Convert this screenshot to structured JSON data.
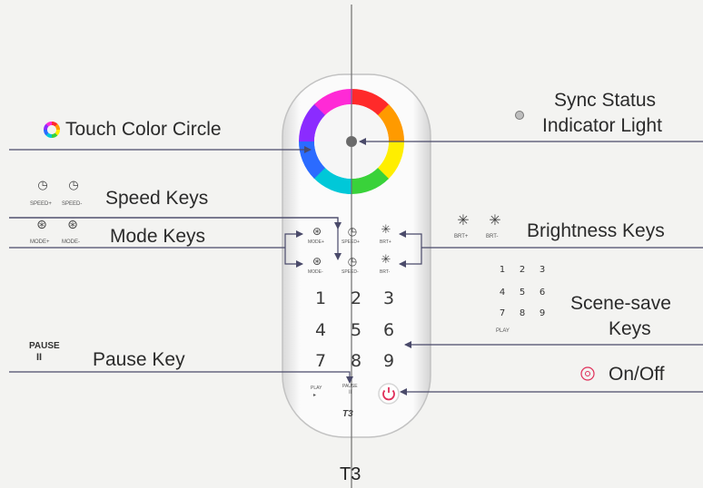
{
  "labels": {
    "touch_color_circle": "Touch Color Circle",
    "sync_status_line1": "Sync Status",
    "sync_status_line2": "Indicator Light",
    "speed_keys": "Speed Keys",
    "mode_keys": "Mode Keys",
    "brightness_keys": "Brightness Keys",
    "scene_save_line1": "Scene-save",
    "scene_save_line2": "Keys",
    "pause_key": "Pause Key",
    "on_off": "On/Off",
    "model": "T3"
  },
  "legend": {
    "speed_plus": "SPEED+",
    "speed_minus": "SPEED-",
    "mode_plus": "MODE+",
    "mode_minus": "MODE-",
    "brt_plus": "BRT+",
    "brt_minus": "BRT-",
    "pause_word": "PAUSE",
    "pause_symbol": "II",
    "play": "PLAY",
    "scene_digits": [
      "1",
      "2",
      "3",
      "4",
      "5",
      "6",
      "7",
      "8",
      "9"
    ]
  },
  "remote": {
    "mode_plus": "MODE+",
    "mode_minus": "MODE-",
    "speed_plus": "SPEED+",
    "speed_minus": "SPEED-",
    "brt_plus": "BRT+",
    "brt_minus": "BRT-",
    "digits": [
      "1",
      "2",
      "3",
      "4",
      "5",
      "6",
      "7",
      "8",
      "9"
    ],
    "play": "PLAY",
    "pause_word": "PAUSE",
    "pause_symbol": "II",
    "logo": "T3"
  },
  "colors": {
    "ring": [
      "#ff2a2a",
      "#ff9a00",
      "#ffee00",
      "#39d23a",
      "#00c8d8",
      "#2b6bff",
      "#8b2bff",
      "#ff2ad6"
    ],
    "arrow": "#4a4a6a",
    "power": "#e0305a"
  }
}
